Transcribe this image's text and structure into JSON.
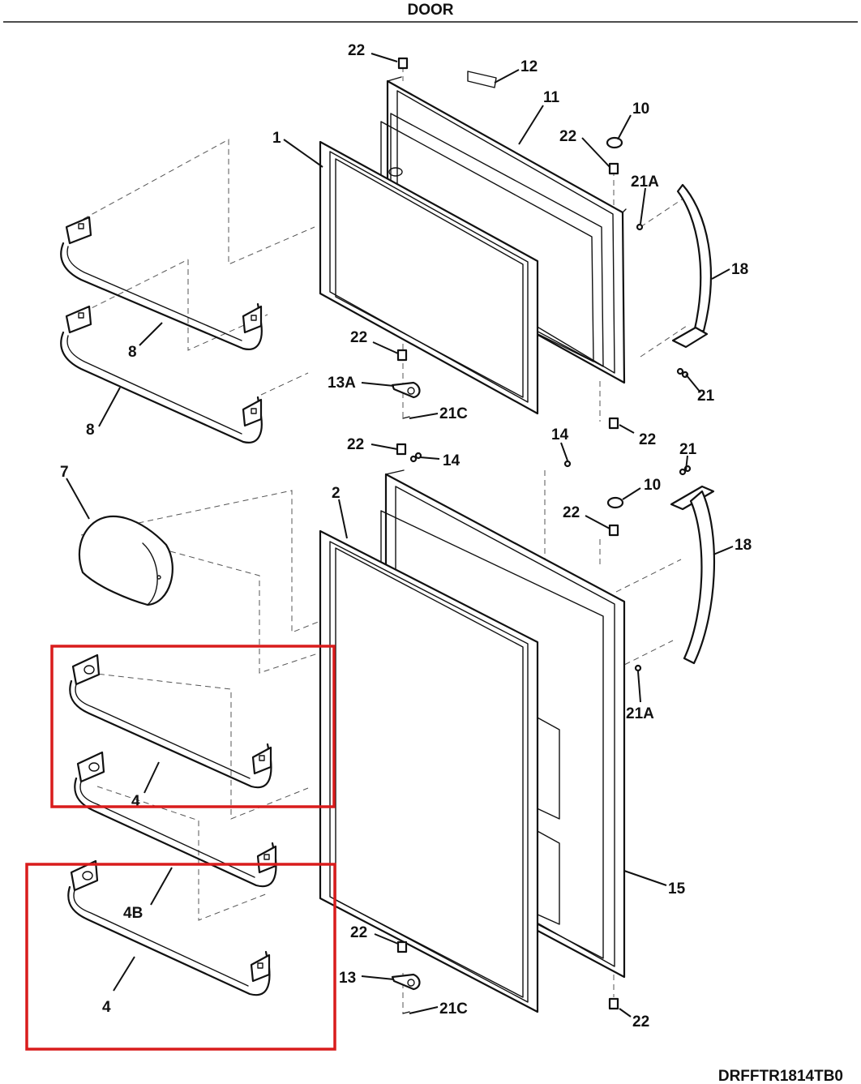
{
  "header": {
    "title": "DOOR"
  },
  "footer": {
    "model_code": "DRFFTR1814TB0"
  },
  "callouts": {
    "c22a": "22",
    "c12": "12",
    "c11": "11",
    "c10a": "10",
    "c22b": "22",
    "c21Aa": "21A",
    "c1": "1",
    "c18a": "18",
    "c22c": "22",
    "c13A": "13A",
    "c21Ca": "21C",
    "c21a": "21",
    "c8a": "8",
    "c8b": "8",
    "c14a": "14",
    "c22d": "22",
    "c22e": "22",
    "c14b": "14",
    "c21b": "21",
    "c7": "7",
    "c2": "2",
    "c10b": "10",
    "c22f": "22",
    "c18b": "18",
    "c21Ab": "21A",
    "c4a": "4",
    "c4B": "4B",
    "c15": "15",
    "c22g": "22",
    "c13": "13",
    "c21Cb": "21C",
    "c4b": "4",
    "c22h": "22"
  },
  "highlights": {
    "color": "#d91c1c",
    "count": 2
  }
}
